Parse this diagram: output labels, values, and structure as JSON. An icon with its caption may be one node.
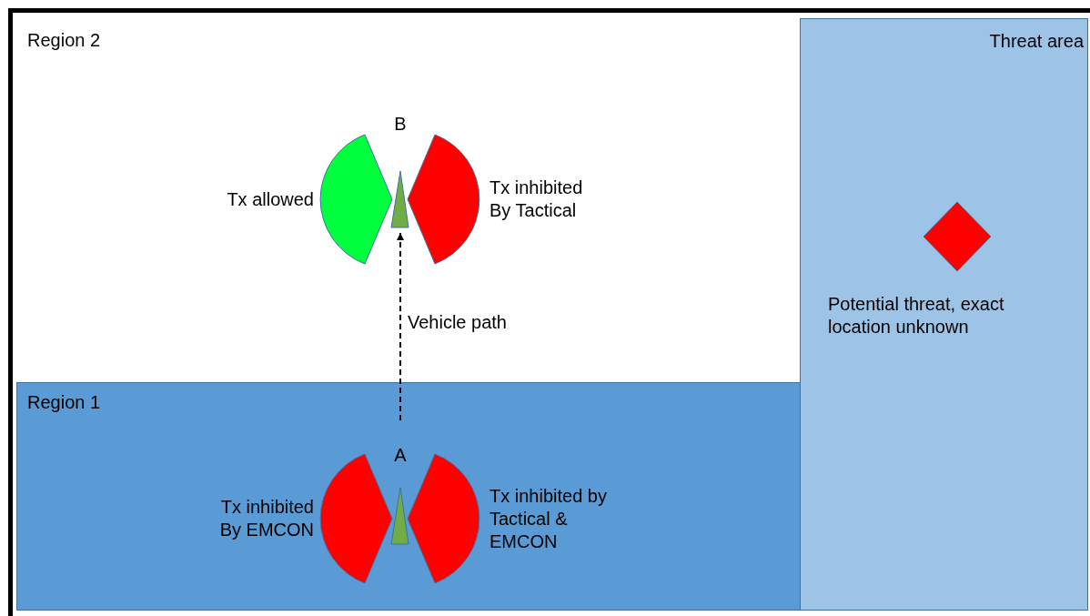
{
  "diagram": {
    "nodes": [
      {
        "text": [
          "Region 2"
        ]
      },
      {
        "text": [
          "Region 1"
        ],
        "in": 0
      },
      {
        "text": [
          "Threat area"
        ],
        "in": 0
      },
      {
        "text": [
          "B"
        ],
        "in": 0
      },
      {
        "text": [
          "Tx allowed"
        ],
        "in": 0
      },
      {
        "text": [
          "Tx inhibited By Tactical"
        ],
        "in": 0
      },
      {
        "text": [
          "A"
        ],
        "in": 1
      },
      {
        "text": [
          "Tx inhibited By EMCON"
        ],
        "in": 1
      },
      {
        "text": [
          "Tx inhibited by Tactical & EMCON"
        ],
        "in": 1
      },
      {
        "text": [
          "Potential threat, exact location unknown"
        ],
        "in": 2
      }
    ],
    "edges": [
      {
        "from": 6,
        "to": 3,
        "arrow": "to",
        "style": "dashed",
        "label": "Vehicle path"
      }
    ]
  }
}
